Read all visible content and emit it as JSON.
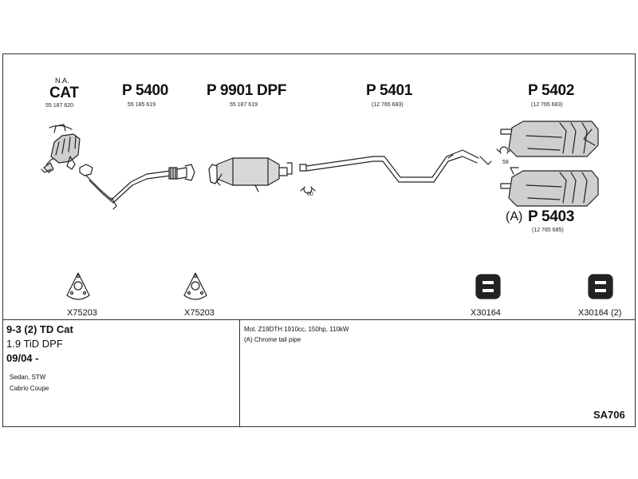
{
  "parts": {
    "cat": {
      "prefix": "N.A.",
      "code": "CAT",
      "number": "55 187 620"
    },
    "p5400": {
      "code": "P 5400",
      "number": "55 185 619"
    },
    "p9901": {
      "code": "P 9901 DPF",
      "number": "55 187 619"
    },
    "p5401": {
      "code": "P 5401",
      "number": "(12 765 683)"
    },
    "p5402": {
      "code": "P 5402",
      "number": "(12 765 683)"
    },
    "p5403": {
      "prefix": "(A)",
      "code": "P 5403",
      "number": "(12 765 685)"
    }
  },
  "hangers": {
    "h60": "60",
    "h58": "58"
  },
  "accessories": [
    {
      "code": "X75203"
    },
    {
      "code": "X75203"
    },
    {
      "code": "X30164"
    },
    {
      "code": "X30164 (2)"
    }
  ],
  "vehicle": {
    "model": "9-3 (2) TD Cat",
    "engine": "1.9 TiD DPF",
    "date": "09/04 -",
    "body1": "Sedan, STW",
    "body2": "Cabrio Coupe"
  },
  "notes": {
    "motor": "Mot. Z19DTH 1910cc, 150hp, 110kW",
    "note_a": "(A) Chrome tail pipe"
  },
  "diagram_code": "SA706"
}
